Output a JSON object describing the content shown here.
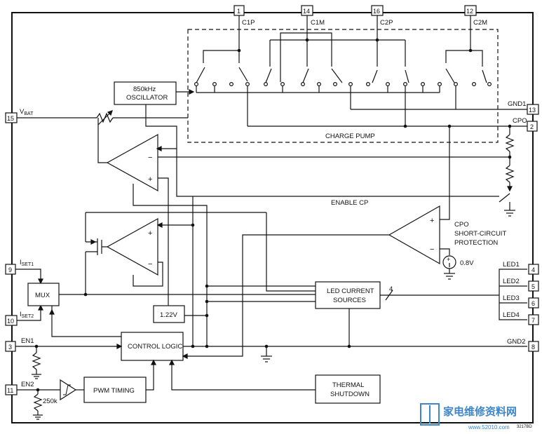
{
  "pins": {
    "p1": "1",
    "p14": "14",
    "p16": "16",
    "p12": "12",
    "p15": "15",
    "p13": "13",
    "p2": "2",
    "p9": "9",
    "p10": "10",
    "p3": "3",
    "p11": "11",
    "p4": "4",
    "p5": "5",
    "p6": "6",
    "p7": "7",
    "p8": "8"
  },
  "signals": {
    "c1p": "C1P",
    "c1m": "C1M",
    "c2p": "C2P",
    "c2m": "C2M",
    "vbat_main": "V",
    "vbat_sub": "BAT",
    "gnd1": "GND1",
    "cpo": "CPO",
    "gnd2": "GND2",
    "iset1_main": "I",
    "iset1_sub": "SET1",
    "iset2_main": "I",
    "iset2_sub": "SET2",
    "en1": "EN1",
    "en2": "EN2",
    "led1": "LED1",
    "led2": "LED2",
    "led3": "LED3",
    "led4": "LED4"
  },
  "blocks": {
    "osc_line1": "850kHz",
    "osc_line2": "OSCILLATOR",
    "charge_pump": "CHARGE PUMP",
    "enable_cp": "ENABLE CP",
    "mux": "MUX",
    "ref": "1.22V",
    "control_logic": "CONTROL LOGIC",
    "pwm_timing": "PWM TIMING",
    "led_src_line1": "LED CURRENT",
    "led_src_line2": "SOURCES",
    "thermal_line1": "THERMAL",
    "thermal_line2": "SHUTDOWN",
    "cpo_prot_line1": "CPO",
    "cpo_prot_line2": "SHORT-CIRCUIT",
    "cpo_prot_line3": "PROTECTION",
    "vref_08": "0.8V",
    "res_250k": "250k",
    "bus_width": "4",
    "minus": "−",
    "plus": "+"
  },
  "watermark": {
    "site": "家电维修资料网",
    "url": "www.52010.com",
    "fig_id": "3217BD"
  },
  "colors": {
    "line": "#111111",
    "watermark": "#3d86c9"
  }
}
